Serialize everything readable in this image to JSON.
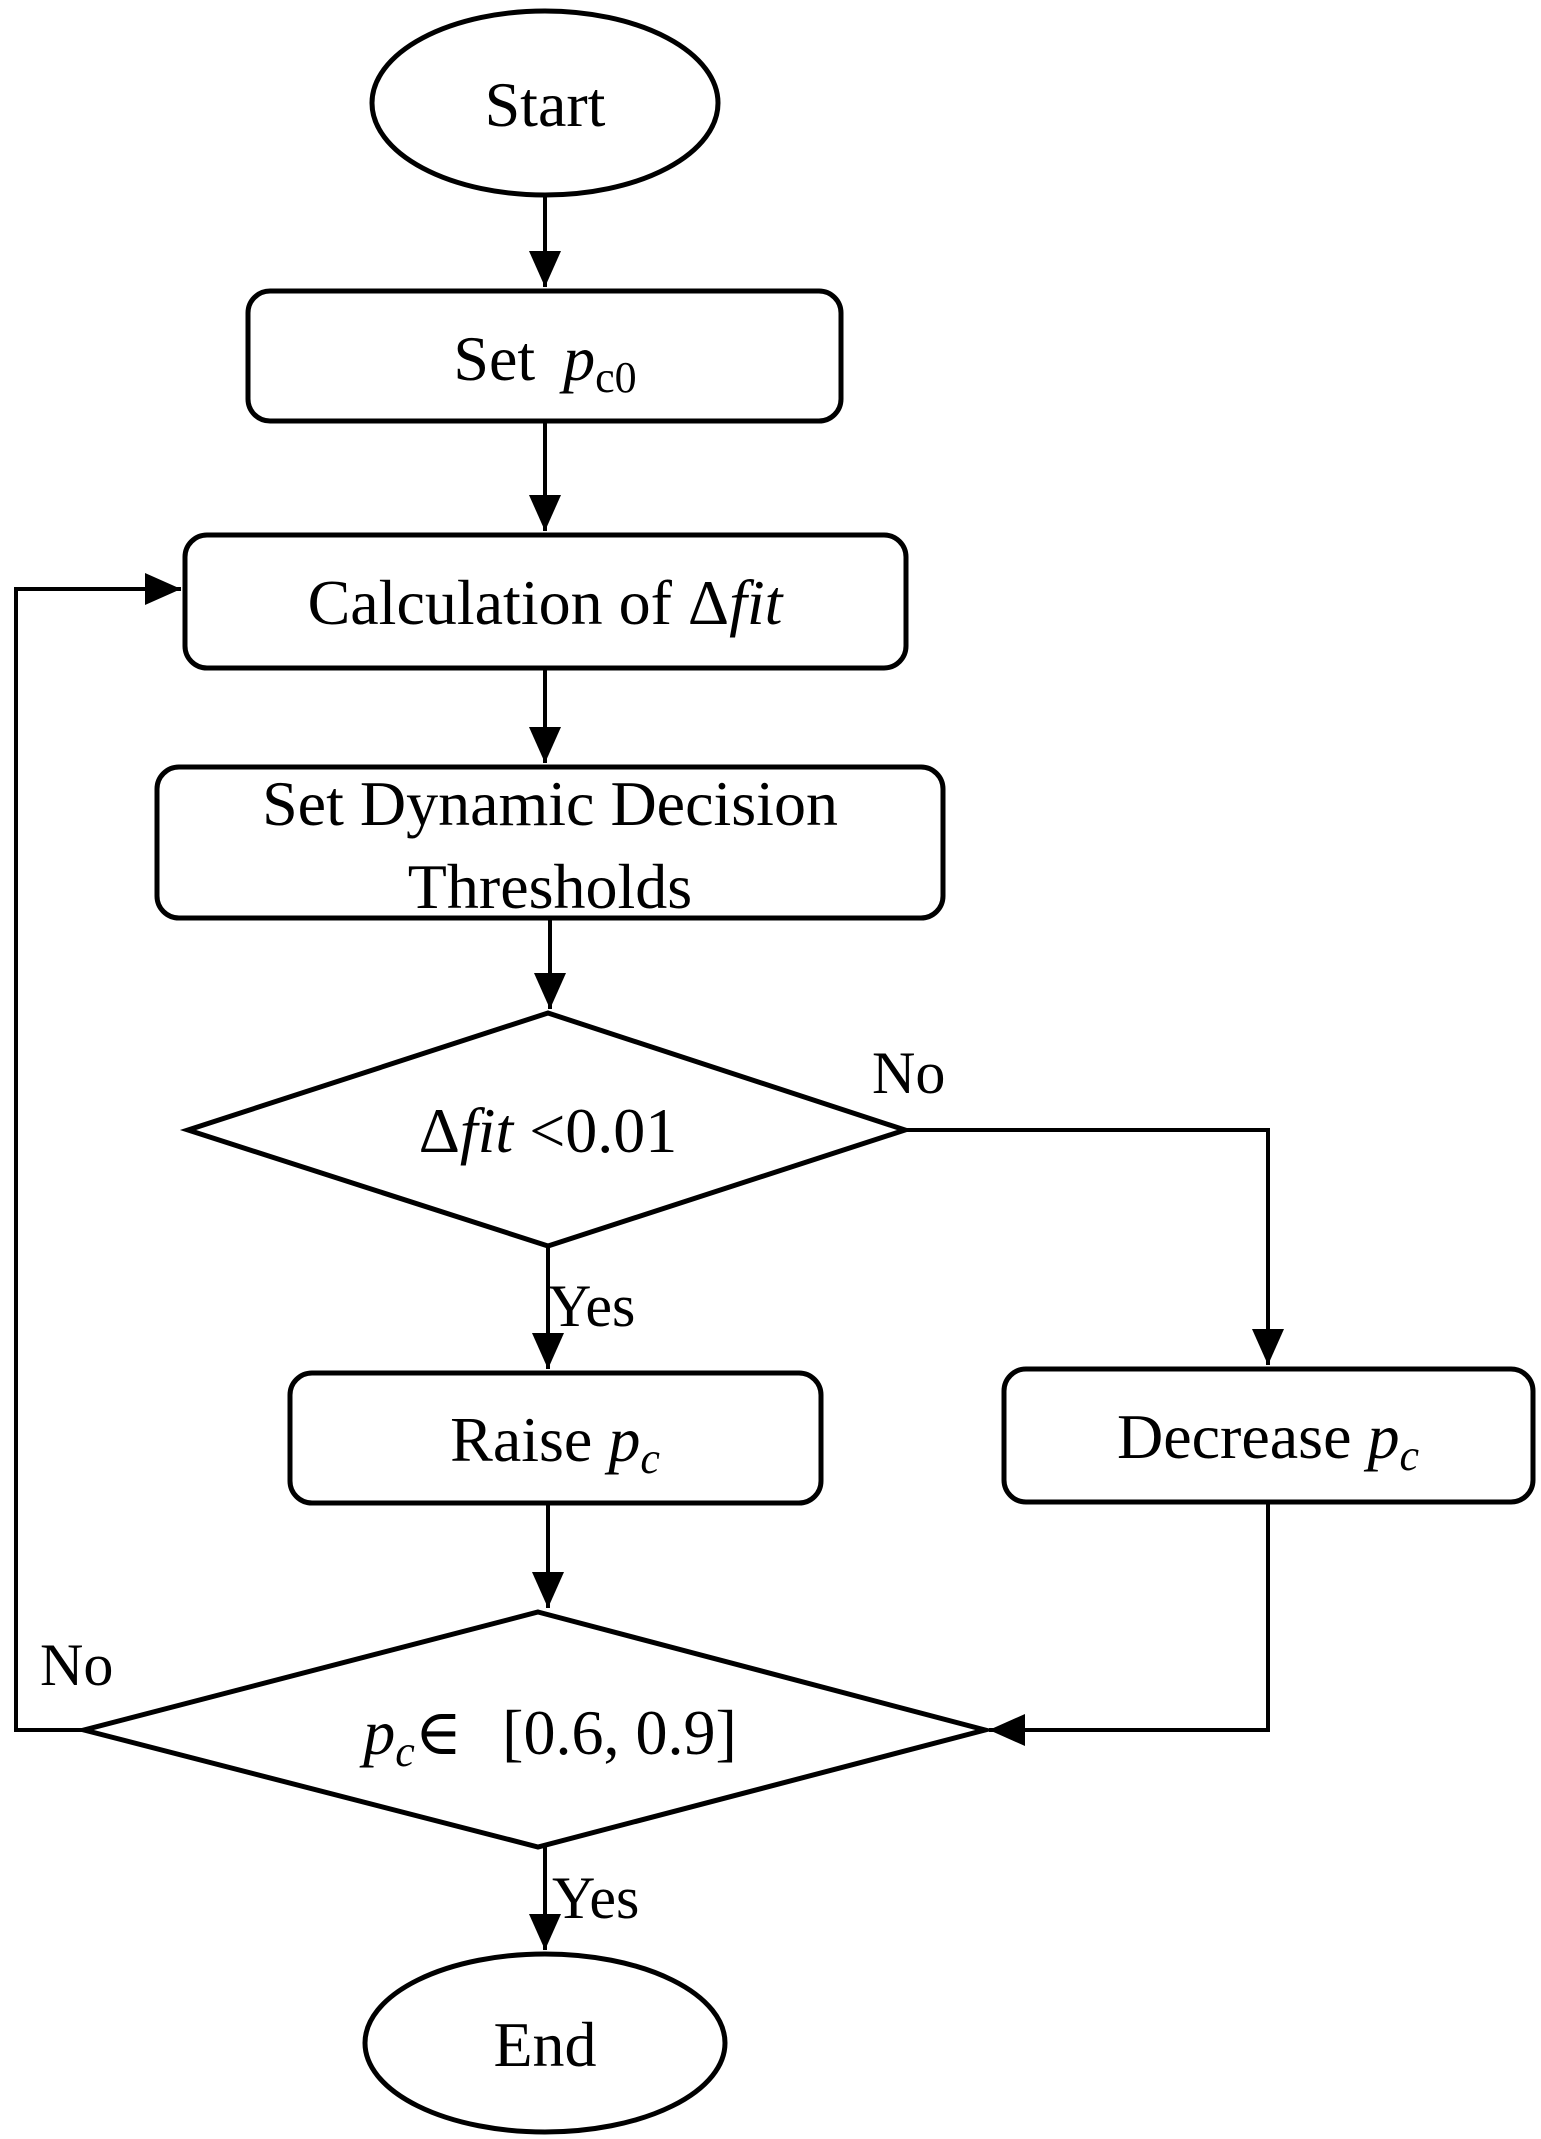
{
  "diagram": {
    "nodes": {
      "start": {
        "label": "Start"
      },
      "set_pc0": {
        "label": "Set",
        "var": "p",
        "sub": "c0"
      },
      "calc_dfit": {
        "label": "Calculation of ",
        "delta": "Δ",
        "var": "fit"
      },
      "set_thresholds": {
        "line1": "Set Dynamic Decision",
        "line2": "Thresholds"
      },
      "check_dfit": {
        "delta": "Δ",
        "var": "fit",
        "cond": " <0.01"
      },
      "raise_pc": {
        "label": "Raise ",
        "var": "p",
        "sub": "c"
      },
      "decrease_pc": {
        "label": "Decrease ",
        "var": "p",
        "sub": "c"
      },
      "check_range": {
        "var": "p",
        "sub": "c",
        "symbol": "∈",
        "range": "[0.6, 0.9]"
      },
      "end": {
        "label": "End"
      }
    },
    "edges": {
      "dfit_no": "No",
      "dfit_yes": "Yes",
      "range_no": "No",
      "range_yes": "Yes"
    }
  }
}
